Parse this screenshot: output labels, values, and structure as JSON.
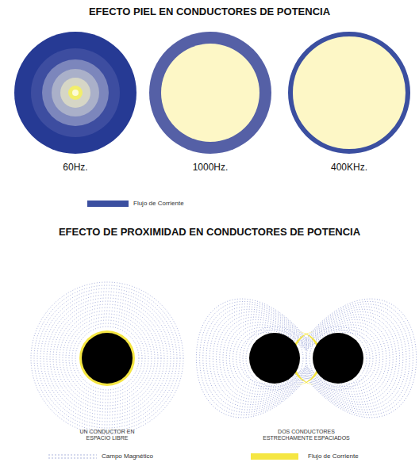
{
  "diagram": {
    "title": "EFECTO PIEL EN CONDUCTORES DE POTENCIA",
    "labels": [
      "60Hz.",
      "1000Hz.",
      "400KHz.",
      "EFECTO  DE PROXIMIDAD EN CONDUCTORES DE POTENCIA",
      "UN CONDUCTOR EN ESPACIO LIBRE",
      "DOS CONDUCTORES ESTRECHAMENTE ESPACIADOS"
    ],
    "legend": [
      {
        "text": "Flujo de Corriente",
        "color": "#3b4fa0"
      },
      {
        "text": "Campo Magnético"
      },
      {
        "text": "Flujo de Corriente",
        "color": "#f5e642"
      }
    ]
  }
}
